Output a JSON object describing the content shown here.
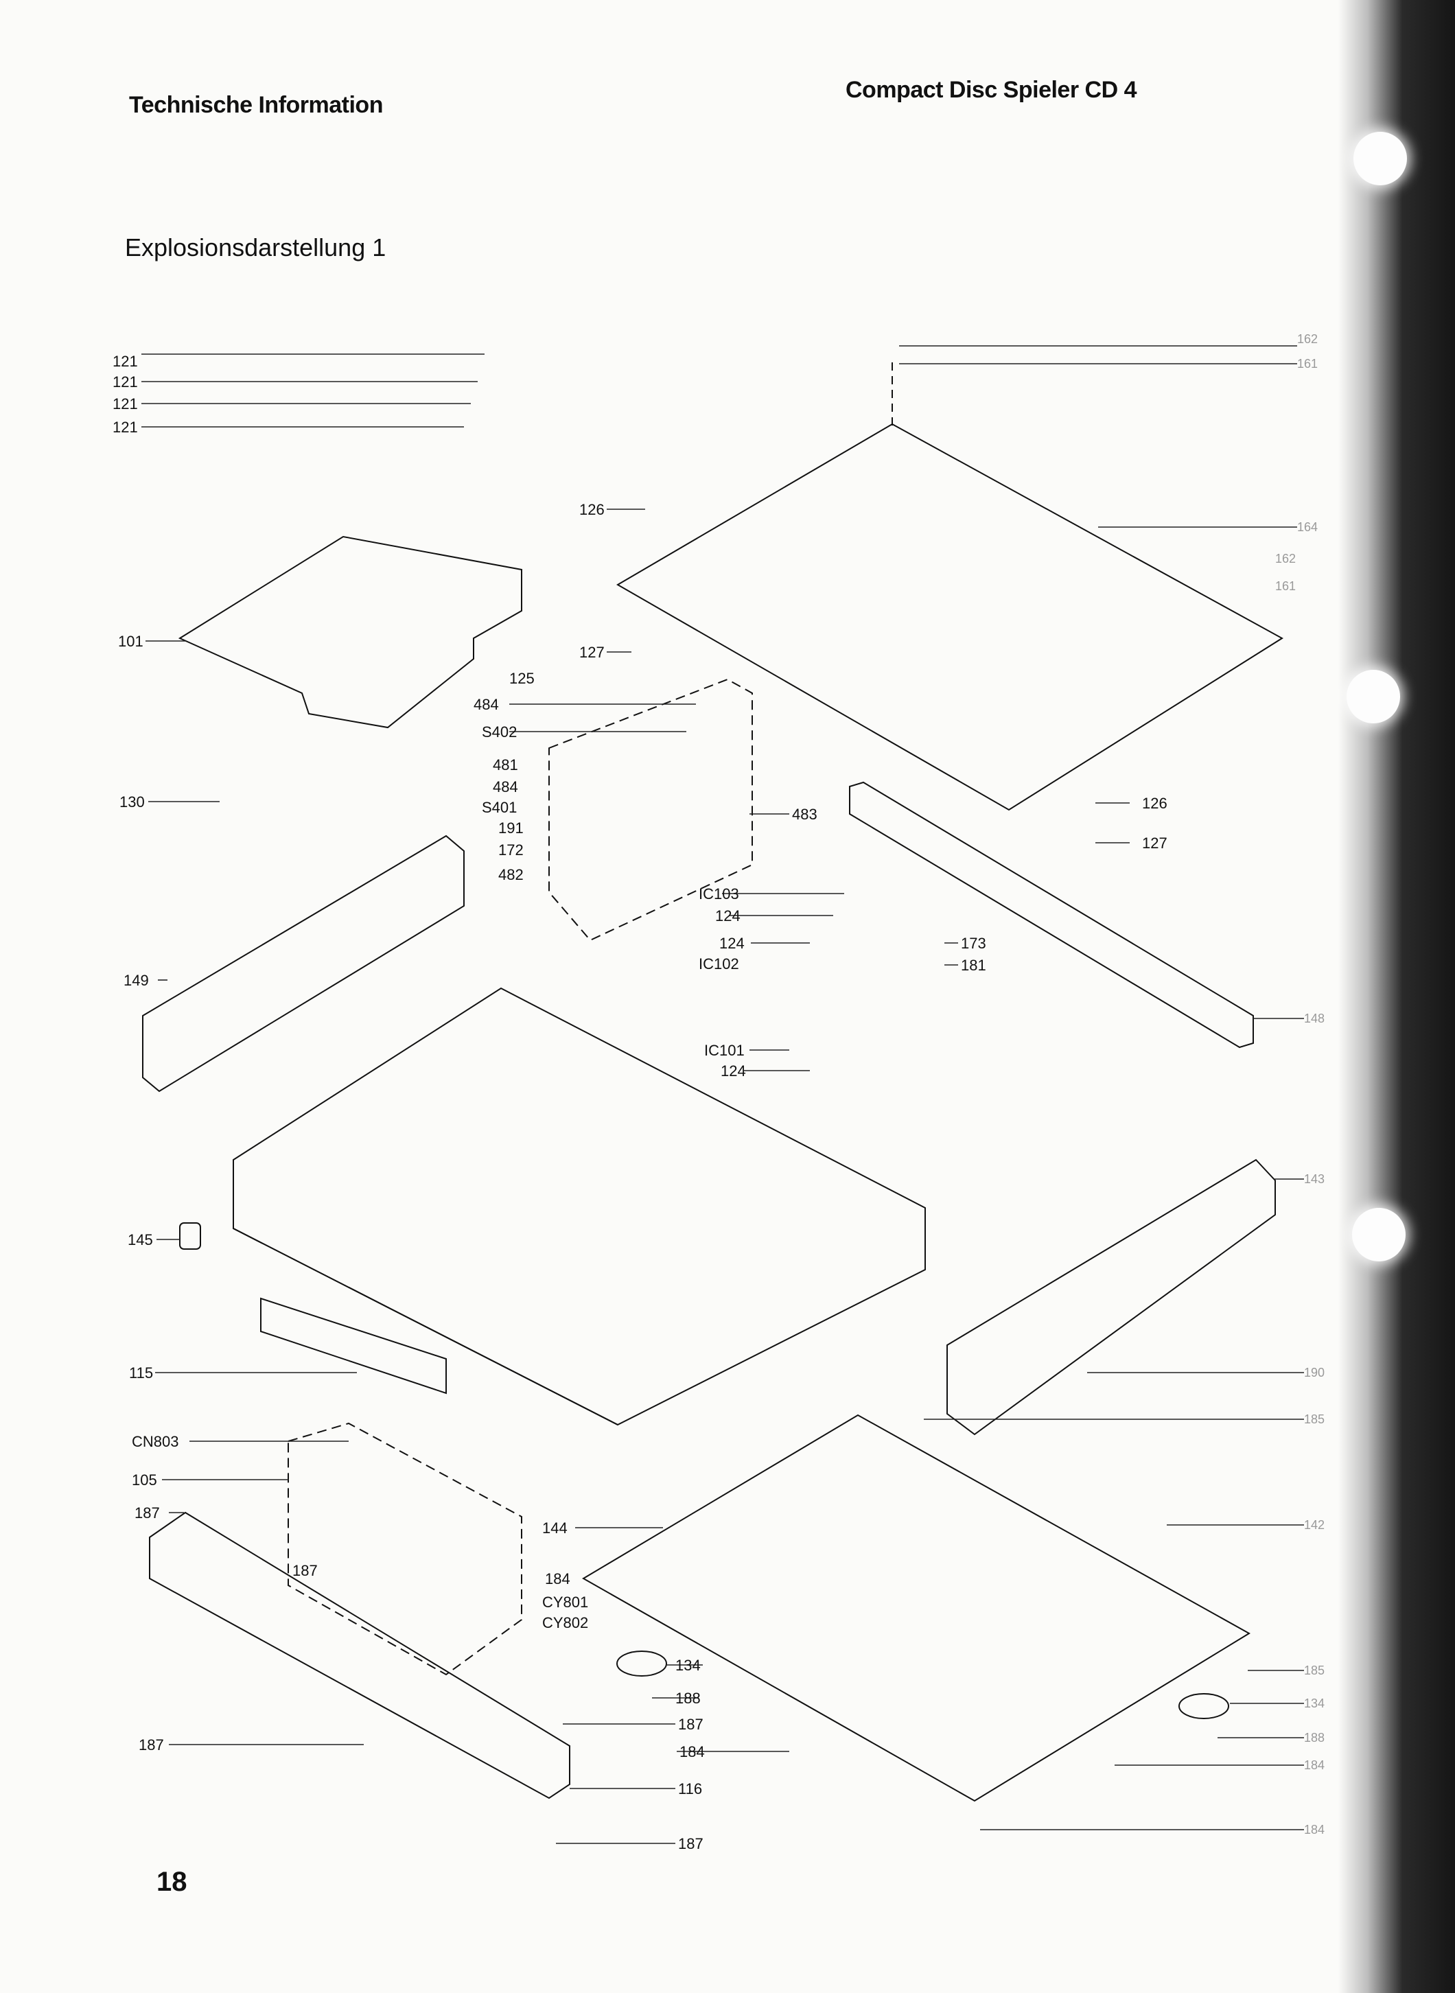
{
  "header": {
    "left_title": "Technische Information",
    "right_title": "Compact Disc Spieler CD 4"
  },
  "subtitle": "Explosionsdarstellung   1",
  "page_number": "18",
  "callouts": {
    "l121a": "121",
    "l121b": "121",
    "l121c": "121",
    "l121d": "121",
    "l126a": "126",
    "l127a": "127",
    "l101": "101",
    "l125": "125",
    "l484a": "484",
    "lS402": "S402",
    "l481": "481",
    "l484b": "484",
    "lS401": "S401",
    "l191": "191",
    "l172": "172",
    "l482": "482",
    "l483": "483",
    "l130": "130",
    "l126b": "126",
    "l127b": "127",
    "lIC103": "IC103",
    "l124a": "124",
    "l124b": "124",
    "l173": "173",
    "lIC102": "IC102",
    "l181": "181",
    "l149": "149",
    "lIC101": "IC101",
    "l124c": "124",
    "l145": "145",
    "l115": "115",
    "lCN803": "CN803",
    "l105": "105",
    "l187a": "187",
    "l187b": "187",
    "l144": "144",
    "l184a": "184",
    "lCY801": "CY801",
    "lCY802": "CY802",
    "l134a": "134",
    "l188a": "188",
    "l187c": "187",
    "l184b": "184",
    "l187d": "187",
    "l116": "116",
    "l187e": "187",
    "r162a": "162",
    "r161a": "161",
    "r164": "164",
    "r162b": "162",
    "r161b": "161",
    "r148": "148",
    "r143": "143",
    "r190": "190",
    "r185a": "185",
    "r142": "142",
    "r185b": "185",
    "r134": "134",
    "r188": "188",
    "r184a": "184",
    "r184b": "184"
  }
}
